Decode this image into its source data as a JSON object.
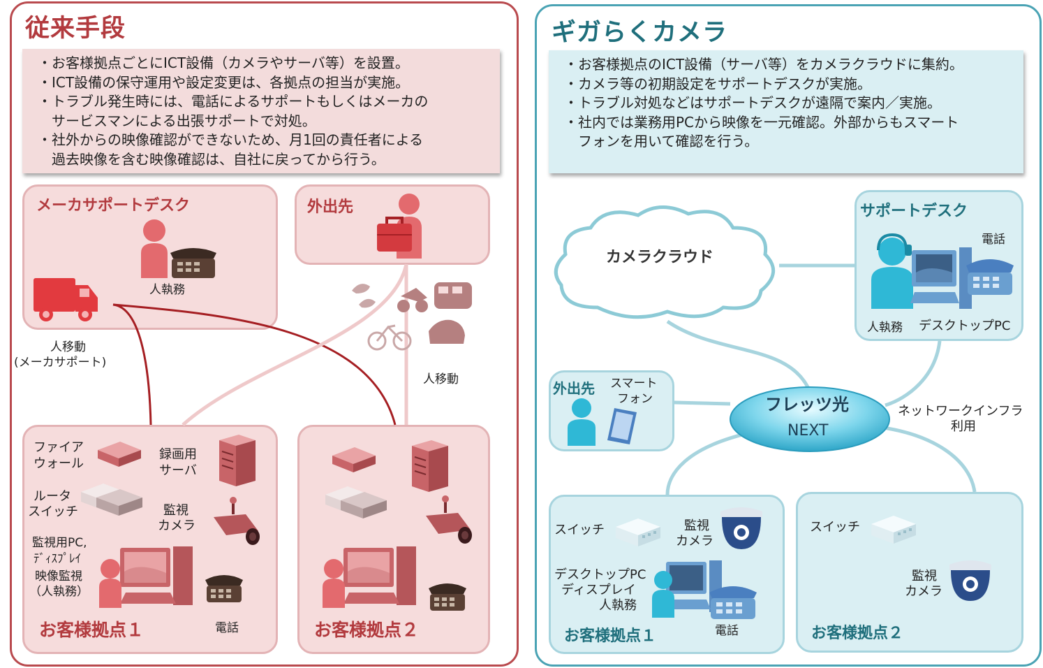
{
  "colors": {
    "left_accent": "#b94a4e",
    "left_title": "#b23a3e",
    "left_box_bg": "#f6dcdc",
    "left_notes_bg": "#f3dcdc",
    "right_accent": "#4aa3b4",
    "right_title": "#1f6f7c",
    "right_box_bg": "#daeff3",
    "right_notes_bg": "#daeff3"
  },
  "left": {
    "title": "従来手段",
    "notes": [
      "・お客様拠点ごとにICT設備（カメラやサーバ等）を設置。",
      "・ICT設備の保守運用や設定変更は、各拠点の担当が実施。",
      "・トラブル発生時には、電話によるサポートもしくはメーカの",
      "サービスマンによる出張サポートで対処。",
      "・社外からの映像確認ができないため、月1回の責任者による",
      "過去映像を含む映像確認は、自社に戻ってから行う。"
    ],
    "maker_desk": {
      "title": "メーカサポートデスク",
      "person_label": "人執務"
    },
    "outside": {
      "title": "外出先"
    },
    "move_maker": {
      "line1": "人移動",
      "line2": "(メーカサポート)"
    },
    "move_person": "人移動",
    "site1": {
      "title": "お客様拠点１",
      "firewall": [
        "ファイア",
        "ウォール"
      ],
      "server": [
        "録画用",
        "サーバ"
      ],
      "router": [
        "ルータ",
        "スイッチ"
      ],
      "camera": [
        "監視",
        "カメラ"
      ],
      "pc": [
        "監視用PC,",
        "ﾃﾞｨｽﾌﾟﾚｲ",
        "映像監視",
        "（人執務）"
      ],
      "phone": "電話"
    },
    "site2": {
      "title": "お客様拠点２"
    }
  },
  "right": {
    "title": "ギガらくカメラ",
    "notes": [
      "・お客様拠点のICT設備（サーバ等）をカメラクラウドに集約。",
      "・カメラ等の初期設定をサポートデスクが実施。",
      "・トラブル対処などはサポートデスクが遠隔で案内／実施。",
      "・社内では業務用PCから映像を一元確認。外部からもスマート",
      "フォンを用いて確認を行う。"
    ],
    "cloud": "カメラクラウド",
    "support_desk": {
      "title": "サポートデスク",
      "phone": "電話",
      "person": "人執務",
      "pc": "デスクトップPC"
    },
    "outside": {
      "title": "外出先",
      "device": [
        "スマート",
        "フォン"
      ]
    },
    "flets": {
      "line1": "フレッツ光",
      "line2": "NEXT"
    },
    "network_note": [
      "ネットワークインフラ",
      "利用"
    ],
    "site1": {
      "title": "お客様拠点１",
      "switch": "スイッチ",
      "camera": [
        "監視",
        "カメラ"
      ],
      "pc": [
        "デスクトップPC",
        "ディスプレイ",
        "人執務"
      ],
      "phone": "電話"
    },
    "site2": {
      "title": "お客様拠点２",
      "switch": "スイッチ",
      "camera": [
        "監視",
        "カメラ"
      ]
    }
  }
}
